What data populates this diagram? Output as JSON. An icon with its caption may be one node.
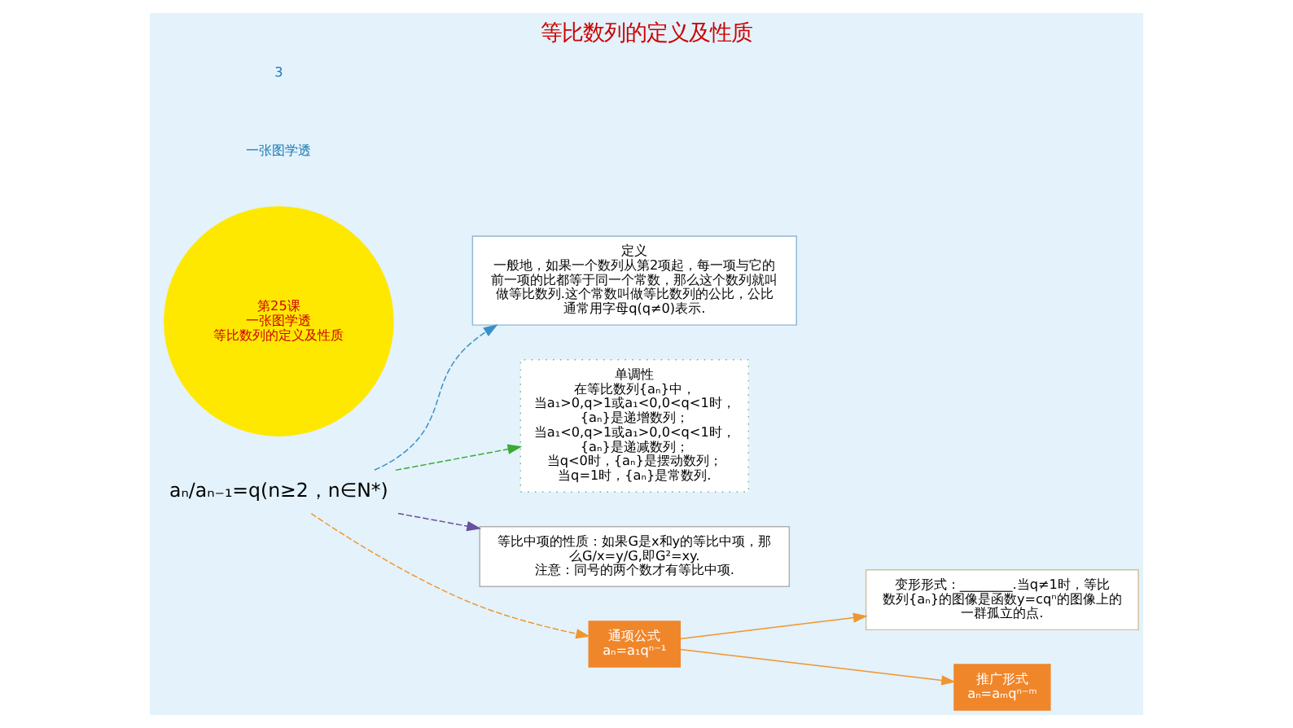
{
  "diagram": {
    "title": "等比数列的定义及性质",
    "nodes": [
      {
        "text": [
          "定义",
          "一般地，如果一个数列从第2项起，每一项与它的前一项的比都等于同一个常数，那么这个数列就叫做等比数列.这个常数叫做等比数列的公比，公比通常用字母q(q≠0)表示."
        ]
      },
      {
        "text": [
          "单调性",
          "在等比数列{aₙ}中，",
          "当a₁>0,q>1或a₁<0,0<q<1时，{aₙ}是递增数列；",
          "当a₁<0,q>1或a₁>0,0<q<1时，{aₙ}是递减数列；",
          "当q<0时，{aₙ}是摆动数列；",
          "当q=1时，{aₙ}是常数列."
        ]
      },
      {
        "text": [
          "等比中项的性质：如果G是x和y的等比中项，那么G/x=y/G,即G²=xy.",
          "注意：同号的两个数才有等比中项."
        ]
      },
      {
        "text": [
          "变形形式：________.当q≠1时，等比数列{aₙ}的图像是函数y=cqⁿ的图像上的一群孤立的点."
        ]
      },
      {
        "text": [
          "通项公式",
          "aₙ=a₁qⁿ⁻¹"
        ]
      },
      {
        "text": [
          "推广形式",
          "aₙ=aₘqⁿ⁻ᵐ"
        ]
      },
      {
        "text": [
          "aₙ/aₙ₋₁=q(n≥2，n∈N*)"
        ]
      },
      {
        "text": [
          "第25课",
          "一张图学透",
          "等比数列的定义及性质"
        ]
      }
    ],
    "edges": [
      {
        "from": 6,
        "to": 0,
        "arrow": "to",
        "style": "dashed",
        "color": "#3a8fc8"
      },
      {
        "from": 6,
        "to": 1,
        "arrow": "to",
        "style": "dashed",
        "color": "#3aaa35"
      },
      {
        "from": 6,
        "to": 2,
        "arrow": "to",
        "style": "dashed",
        "color": "#6a4fa0"
      },
      {
        "from": 6,
        "to": 4,
        "arrow": "to",
        "style": "dashed",
        "color": "#f0962e"
      },
      {
        "from": 4,
        "to": 3,
        "arrow": "to",
        "color": "#f0962e"
      },
      {
        "from": 4,
        "to": 5,
        "arrow": "to",
        "color": "#f0962e"
      }
    ],
    "labels": [
      "一张图学透",
      "3"
    ]
  }
}
